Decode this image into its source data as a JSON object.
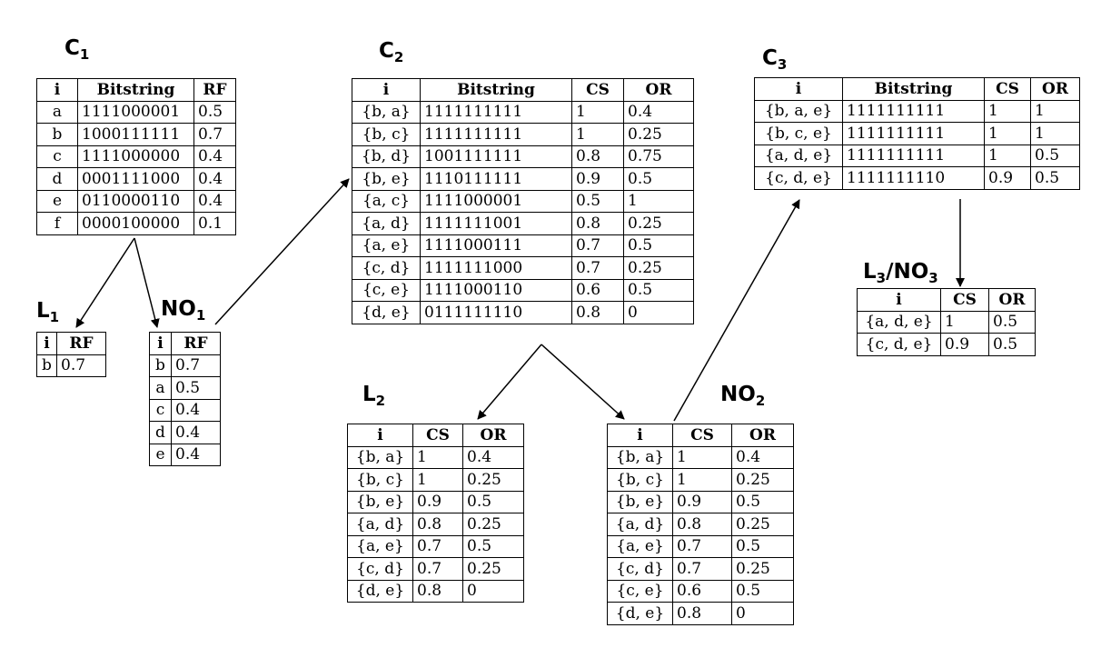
{
  "labels": {
    "c1": {
      "base": "C",
      "sub": "1"
    },
    "l1": {
      "base": "L",
      "sub": "1"
    },
    "no1": {
      "base": "NO",
      "sub": "1"
    },
    "c2": {
      "base": "C",
      "sub": "2"
    },
    "l2": {
      "base": "L",
      "sub": "2"
    },
    "no2": {
      "base": "NO",
      "sub": "2"
    },
    "c3": {
      "base": "C",
      "sub": "3"
    },
    "l3no3": {
      "base1": "L",
      "sub1": "3",
      "sep": "/NO",
      "sub2": "3"
    }
  },
  "tables": {
    "c1": {
      "headers": [
        "i",
        "Bitstring",
        "RF"
      ],
      "rows": [
        [
          "a",
          "1111000001",
          "0.5"
        ],
        [
          "b",
          "1000111111",
          "0.7"
        ],
        [
          "c",
          "1111000000",
          "0.4"
        ],
        [
          "d",
          "0001111000",
          "0.4"
        ],
        [
          "e",
          "0110000110",
          "0.4"
        ],
        [
          "f",
          "0000100000",
          "0.1"
        ]
      ]
    },
    "l1": {
      "headers": [
        "i",
        "RF"
      ],
      "rows": [
        [
          "b",
          "0.7"
        ]
      ]
    },
    "no1": {
      "headers": [
        "i",
        "RF"
      ],
      "rows": [
        [
          "b",
          "0.7"
        ],
        [
          "a",
          "0.5"
        ],
        [
          "c",
          "0.4"
        ],
        [
          "d",
          "0.4"
        ],
        [
          "e",
          "0.4"
        ]
      ]
    },
    "c2": {
      "headers": [
        "i",
        "Bitstring",
        "CS",
        "OR"
      ],
      "rows": [
        [
          "{b, a}",
          "1111111111",
          "1",
          "0.4"
        ],
        [
          "{b, c}",
          "1111111111",
          "1",
          "0.25"
        ],
        [
          "{b, d}",
          "1001111111",
          "0.8",
          "0.75"
        ],
        [
          "{b, e}",
          "1110111111",
          "0.9",
          "0.5"
        ],
        [
          "{a, c}",
          "1111000001",
          "0.5",
          "1"
        ],
        [
          "{a, d}",
          "1111111001",
          "0.8",
          "0.25"
        ],
        [
          "{a, e}",
          "1111000111",
          "0.7",
          "0.5"
        ],
        [
          "{c, d}",
          "1111111000",
          "0.7",
          "0.25"
        ],
        [
          "{c, e}",
          "1111000110",
          "0.6",
          "0.5"
        ],
        [
          "{d, e}",
          "0111111110",
          "0.8",
          "0"
        ]
      ]
    },
    "l2": {
      "headers": [
        "i",
        "CS",
        "OR"
      ],
      "rows": [
        [
          "{b, a}",
          "1",
          "0.4"
        ],
        [
          "{b, c}",
          "1",
          "0.25"
        ],
        [
          "{b, e}",
          "0.9",
          "0.5"
        ],
        [
          "{a, d}",
          "0.8",
          "0.25"
        ],
        [
          "{a, e}",
          "0.7",
          "0.5"
        ],
        [
          "{c, d}",
          "0.7",
          "0.25"
        ],
        [
          "{d, e}",
          "0.8",
          "0"
        ]
      ]
    },
    "no2": {
      "headers": [
        "i",
        "CS",
        "OR"
      ],
      "rows": [
        [
          "{b, a}",
          "1",
          "0.4"
        ],
        [
          "{b, c}",
          "1",
          "0.25"
        ],
        [
          "{b, e}",
          "0.9",
          "0.5"
        ],
        [
          "{a, d}",
          "0.8",
          "0.25"
        ],
        [
          "{a, e}",
          "0.7",
          "0.5"
        ],
        [
          "{c, d}",
          "0.7",
          "0.25"
        ],
        [
          "{c, e}",
          "0.6",
          "0.5"
        ],
        [
          "{d, e}",
          "0.8",
          "0"
        ]
      ]
    },
    "c3": {
      "headers": [
        "i",
        "Bitstring",
        "CS",
        "OR"
      ],
      "rows": [
        [
          "{b, a, e}",
          "1111111111",
          "1",
          "1"
        ],
        [
          "{b, c, e}",
          "1111111111",
          "1",
          "1"
        ],
        [
          "{a, d, e}",
          "1111111111",
          "1",
          "0.5"
        ],
        [
          "{c, d, e}",
          "1111111110",
          "0.9",
          "0.5"
        ]
      ]
    },
    "l3no3": {
      "headers": [
        "i",
        "CS",
        "OR"
      ],
      "rows": [
        [
          "{a, d, e}",
          "1",
          "0.5"
        ],
        [
          "{c, d, e}",
          "0.9",
          "0.5"
        ]
      ]
    }
  }
}
